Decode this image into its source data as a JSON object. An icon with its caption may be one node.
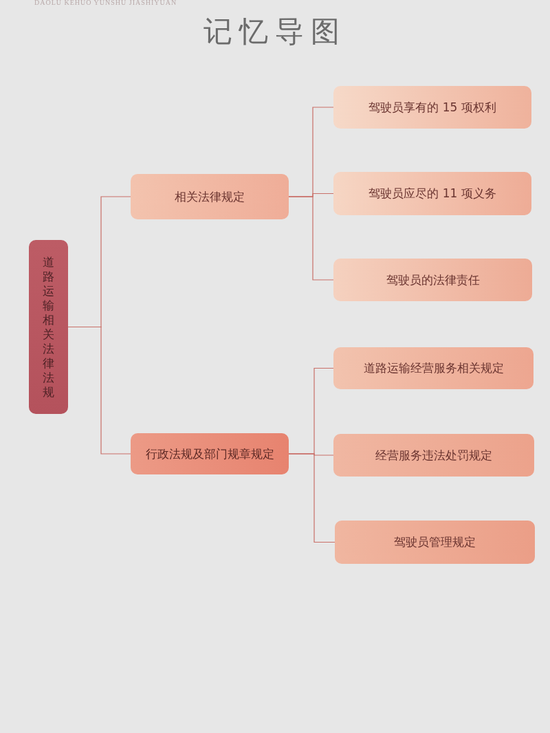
{
  "diagram": {
    "title": "记忆导图",
    "nodes": [
      {
        "text": [
          "道路运输相关法律法规"
        ]
      },
      {
        "text": [
          "相关法律规定"
        ]
      },
      {
        "text": [
          "行政法规及部门规章规定"
        ]
      },
      {
        "text": [
          "驾驶员享有的 15 项权利"
        ]
      },
      {
        "text": [
          "驾驶员应尽的 11 项义务"
        ]
      },
      {
        "text": [
          "驾驶员的法律责任"
        ]
      },
      {
        "text": [
          "道路运输经营服务相关规定"
        ]
      },
      {
        "text": [
          "经营服务违法处罚规定"
        ]
      },
      {
        "text": [
          "驾驶员管理规定"
        ]
      }
    ],
    "edges": [
      {
        "from": 0,
        "to": 1,
        "arrow": "none"
      },
      {
        "from": 0,
        "to": 2,
        "arrow": "none"
      },
      {
        "from": 1,
        "to": 3,
        "arrow": "none"
      },
      {
        "from": 1,
        "to": 4,
        "arrow": "none"
      },
      {
        "from": 1,
        "to": 5,
        "arrow": "none"
      },
      {
        "from": 2,
        "to": 6,
        "arrow": "none"
      },
      {
        "from": 2,
        "to": 7,
        "arrow": "none"
      },
      {
        "from": 2,
        "to": 8,
        "arrow": "none"
      }
    ],
    "labels": [
      "DAOLU KEHUO YUNSHU JIASHIYUAN"
    ]
  }
}
